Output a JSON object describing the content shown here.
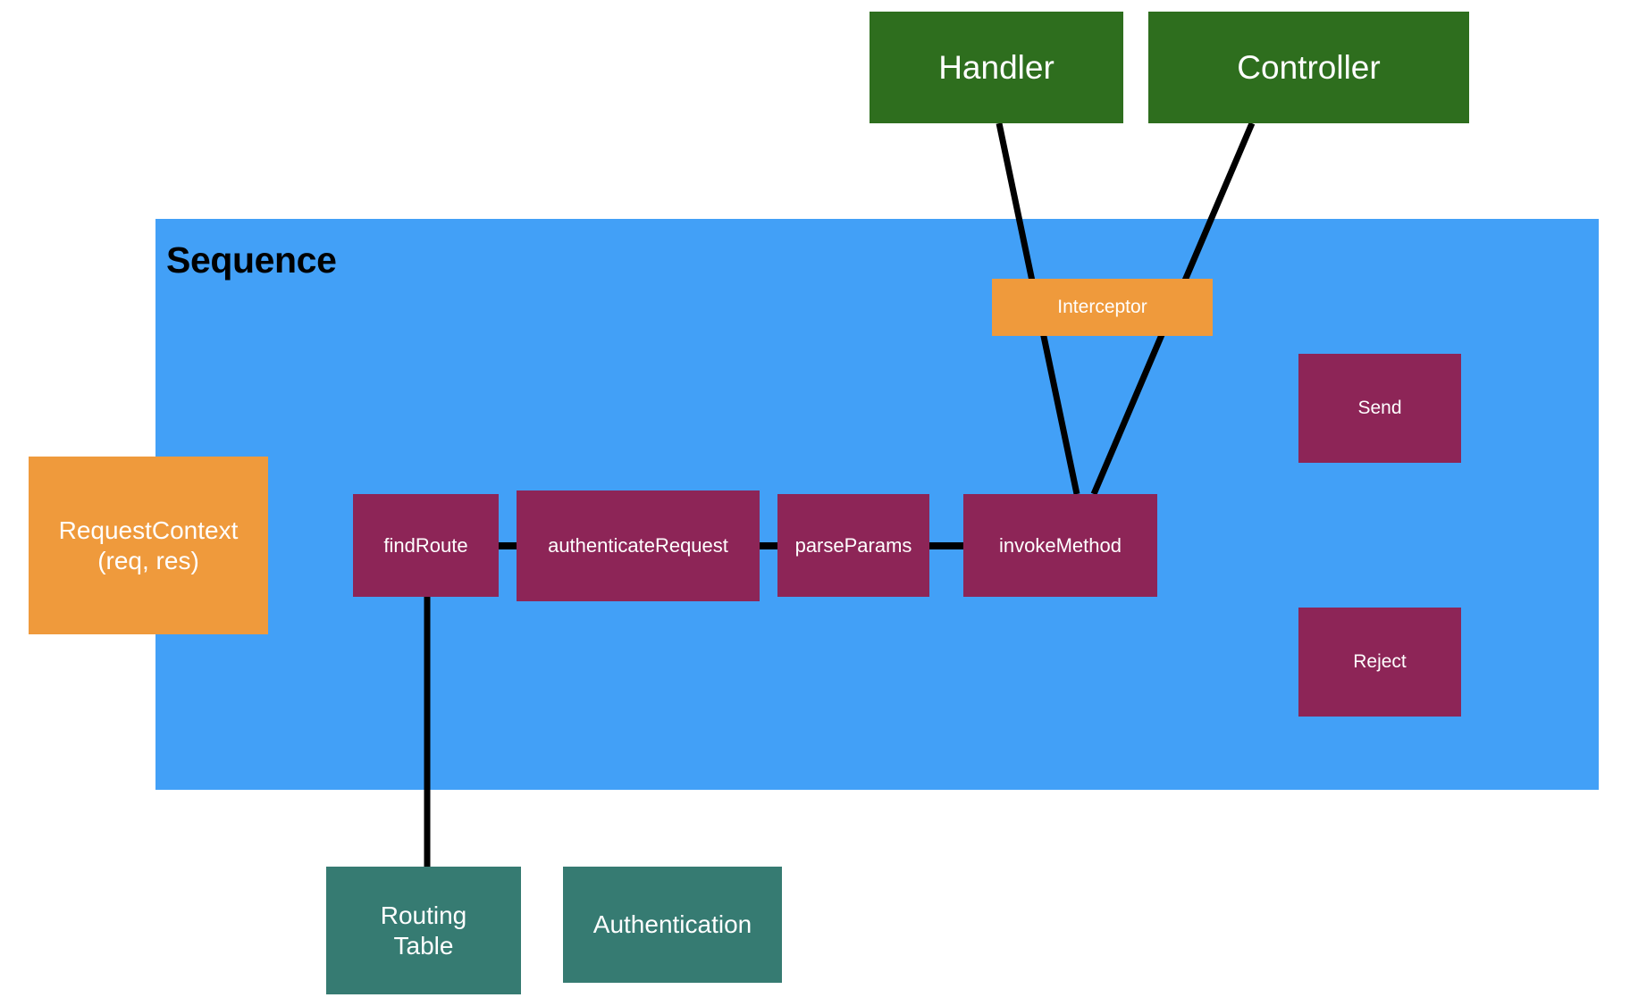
{
  "diagram": {
    "title": "Sequence",
    "group": {
      "label": "Sequence",
      "color": "#42A0F7"
    },
    "palette": {
      "group_blue": "#42A0F7",
      "green": "#2E6E1E",
      "orange": "#EF9A3C",
      "maroon": "#8D2557",
      "teal": "#367B72",
      "edge_black": "#000000",
      "node_text": "#FFFFFF",
      "title_text": "#000000",
      "background": "#FFFFFF"
    },
    "nodes": [
      {
        "id": "handler",
        "label": "Handler",
        "color": "#2E6E1E",
        "group": "outside-top"
      },
      {
        "id": "controller",
        "label": "Controller",
        "color": "#2E6E1E",
        "group": "outside-top"
      },
      {
        "id": "interceptor",
        "label": "Interceptor",
        "color": "#EF9A3C",
        "group": "sequence"
      },
      {
        "id": "requestcontext",
        "label": "RequestContext\n(req, res)",
        "color": "#EF9A3C",
        "group": "edge-left"
      },
      {
        "id": "findroute",
        "label": "findRoute",
        "color": "#8D2557",
        "group": "sequence"
      },
      {
        "id": "authenticaterequest",
        "label": "authenticateRequest",
        "color": "#8D2557",
        "group": "sequence"
      },
      {
        "id": "parseparams",
        "label": "parseParams",
        "color": "#8D2557",
        "group": "sequence"
      },
      {
        "id": "invokemethod",
        "label": "invokeMethod",
        "color": "#8D2557",
        "group": "sequence"
      },
      {
        "id": "send",
        "label": "Send",
        "color": "#8D2557",
        "group": "sequence"
      },
      {
        "id": "reject",
        "label": "Reject",
        "color": "#8D2557",
        "group": "sequence"
      },
      {
        "id": "routingtable",
        "label": "Routing\nTable",
        "color": "#367B72",
        "group": "outside-bottom"
      },
      {
        "id": "authentication",
        "label": "Authentication",
        "color": "#367B72",
        "group": "outside-bottom"
      }
    ],
    "edges": [
      {
        "from": "handler",
        "to": "interceptor"
      },
      {
        "from": "interceptor",
        "to": "invokemethod"
      },
      {
        "from": "controller",
        "to": "interceptor"
      },
      {
        "from": "findroute",
        "to": "authenticaterequest"
      },
      {
        "from": "authenticaterequest",
        "to": "parseparams"
      },
      {
        "from": "parseparams",
        "to": "invokemethod"
      },
      {
        "from": "findroute",
        "to": "routingtable"
      }
    ]
  }
}
